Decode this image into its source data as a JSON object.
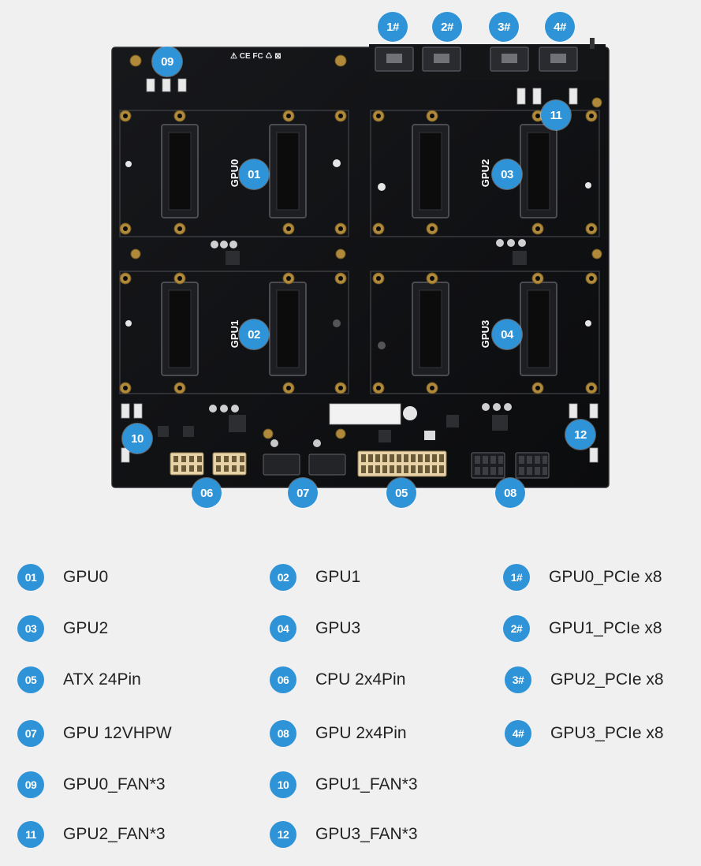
{
  "board": {
    "certifications": "⚠ CE FC ♺ ⊠",
    "silk_labels": [
      "GPU0",
      "GPU1",
      "GPU2",
      "GPU3"
    ]
  },
  "callouts": [
    {
      "id": "c01",
      "text": "01"
    },
    {
      "id": "c02",
      "text": "02"
    },
    {
      "id": "c03",
      "text": "03"
    },
    {
      "id": "c04",
      "text": "04"
    },
    {
      "id": "c05",
      "text": "05"
    },
    {
      "id": "c06",
      "text": "06"
    },
    {
      "id": "c07",
      "text": "07"
    },
    {
      "id": "c08",
      "text": "08"
    },
    {
      "id": "c09",
      "text": "09"
    },
    {
      "id": "c10",
      "text": "10"
    },
    {
      "id": "c11",
      "text": "11"
    },
    {
      "id": "c12",
      "text": "12"
    },
    {
      "id": "p1",
      "text": "1#"
    },
    {
      "id": "p2",
      "text": "2#"
    },
    {
      "id": "p3",
      "text": "3#"
    },
    {
      "id": "p4",
      "text": "4#"
    }
  ],
  "legend": [
    {
      "badge": "01",
      "label": "GPU0"
    },
    {
      "badge": "02",
      "label": "GPU1"
    },
    {
      "badge": "1#",
      "label": "GPU0_PCIe x8"
    },
    {
      "badge": "03",
      "label": "GPU2"
    },
    {
      "badge": "04",
      "label": "GPU3"
    },
    {
      "badge": "2#",
      "label": "GPU1_PCIe x8"
    },
    {
      "badge": "05",
      "label": "ATX 24Pin"
    },
    {
      "badge": "06",
      "label": "CPU 2x4Pin"
    },
    {
      "badge": "3#",
      "label": "GPU2_PCIe x8"
    },
    {
      "badge": "07",
      "label": "GPU 12VHPW"
    },
    {
      "badge": "08",
      "label": "GPU 2x4Pin"
    },
    {
      "badge": "4#",
      "label": "GPU3_PCIe x8"
    },
    {
      "badge": "09",
      "label": "GPU0_FAN*3"
    },
    {
      "badge": "10",
      "label": "GPU1_FAN*3"
    },
    {
      "badge": "11",
      "label": "GPU2_FAN*3"
    },
    {
      "badge": "12",
      "label": "GPU3_FAN*3"
    }
  ],
  "colors": {
    "badge": "#2f93d8",
    "pcb": "#111214",
    "background": "#f0f0f0"
  }
}
